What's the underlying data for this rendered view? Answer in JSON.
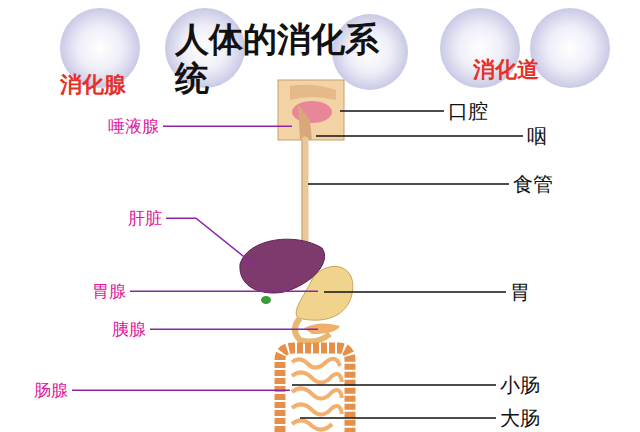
{
  "diagram": {
    "title": "人体的消化系统",
    "labels": [
      "消化腺",
      "消化道",
      "唾液腺",
      "口腔",
      "咽",
      "食管",
      "肝脏",
      "胃腺",
      "胃",
      "胰腺",
      "肠腺",
      "小肠",
      "大肠"
    ]
  }
}
